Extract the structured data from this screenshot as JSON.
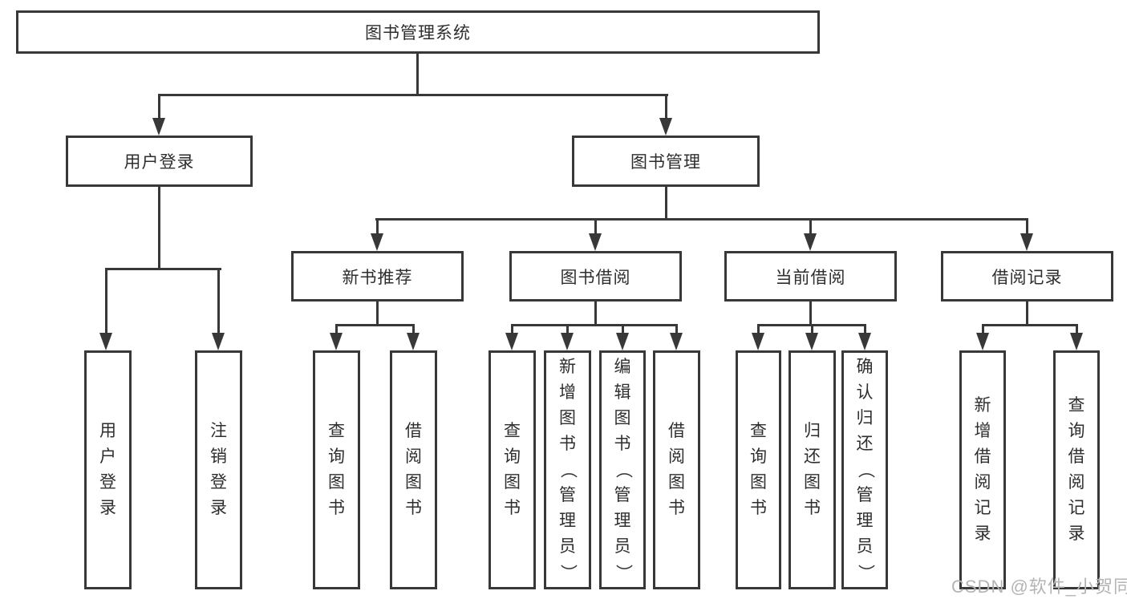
{
  "nodes": {
    "root": {
      "label": "图书管理系统"
    },
    "user_login": {
      "label": "用户登录"
    },
    "book_management": {
      "label": "图书管理"
    },
    "new_book_recommend": {
      "label": "新书推荐"
    },
    "book_borrow": {
      "label": "图书借阅"
    },
    "current_borrow": {
      "label": "当前借阅"
    },
    "borrow_records": {
      "label": "借阅记录"
    },
    "leaves": {
      "user_login": [
        {
          "label": "用户登录"
        },
        {
          "label": "注销登录"
        }
      ],
      "new_book_recommend": [
        {
          "label": "查询图书"
        },
        {
          "label": "借阅图书"
        }
      ],
      "book_borrow": [
        {
          "label": "查询图书"
        },
        {
          "label": "新增图书（管理员）"
        },
        {
          "label": "编辑图书（管理员）"
        },
        {
          "label": "借阅图书"
        }
      ],
      "current_borrow": [
        {
          "label": "查询图书"
        },
        {
          "label": "归还图书"
        },
        {
          "label": "确认归还（管理员）"
        }
      ],
      "borrow_records": [
        {
          "label": "新增借阅记录"
        },
        {
          "label": "查询借阅记录"
        }
      ]
    }
  },
  "watermark": {
    "text": "CSDN @软件_小贺同学"
  },
  "colors": {
    "line": "#383838",
    "text": "#2e2e2e",
    "watermark": "#b4b4b4",
    "background": "#ffffff"
  }
}
